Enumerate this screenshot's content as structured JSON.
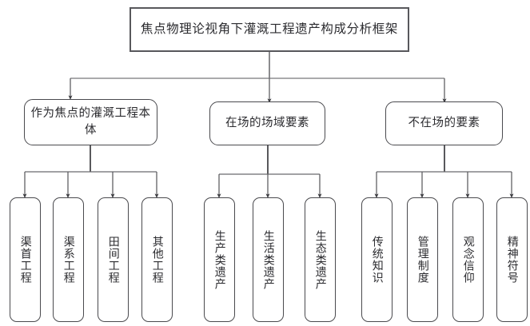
{
  "diagram": {
    "title_node": {
      "label": "焦点物理论视角下灌溉工程遗产构成分析框架",
      "shape": "rectangle"
    },
    "level2": [
      {
        "id": "entity",
        "label": "作为焦点的灌溉工程本体",
        "shape": "rounded-rectangle"
      },
      {
        "id": "present-field",
        "label": "在场的场域要素",
        "shape": "rounded-rectangle"
      },
      {
        "id": "absent-field",
        "label": "不在场的要素",
        "shape": "rounded-rectangle"
      }
    ],
    "leaves": {
      "entity": [
        {
          "label": "渠首工程"
        },
        {
          "label": "渠系工程"
        },
        {
          "label": "田间工程"
        },
        {
          "label": "其他工程"
        }
      ],
      "present-field": [
        {
          "label": "生产类遗产"
        },
        {
          "label": "生活类遗产"
        },
        {
          "label": "生态类遗产"
        }
      ],
      "absent-field": [
        {
          "label": "传统知识"
        },
        {
          "label": "管理制度"
        },
        {
          "label": "观念信仰"
        },
        {
          "label": "精神符号"
        }
      ]
    },
    "style": {
      "stroke_color": "#4a4a4e",
      "text_color": "#2b2b2f",
      "background_color": "#ffffff"
    }
  }
}
